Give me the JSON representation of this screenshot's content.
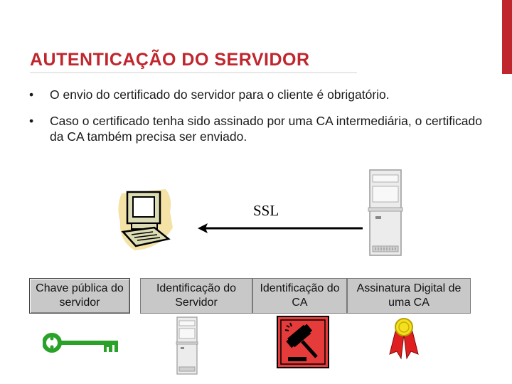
{
  "slide": {
    "title": "AUTENTICAÇÃO DO SERVIDOR",
    "bullet_marker": "•",
    "bullets": [
      "O envio do certificado do servidor para o cliente é obrigatório.",
      "Caso o certificado tenha sido assinado por uma CA intermediária, o certificado da CA também precisa ser enviado."
    ],
    "colors": {
      "title": "#c0262d",
      "accent_bar": "#c0262d"
    }
  },
  "diagram": {
    "ssl_label": "SSL",
    "boxes": [
      "Chave pública do servidor",
      "Identificação do Servidor",
      "Identificação do  CA",
      "Assinatura Digital de uma CA"
    ],
    "icons": [
      "computer-icon",
      "server-icon",
      "key-icon",
      "gavel-icon",
      "award-ribbon-icon"
    ]
  }
}
